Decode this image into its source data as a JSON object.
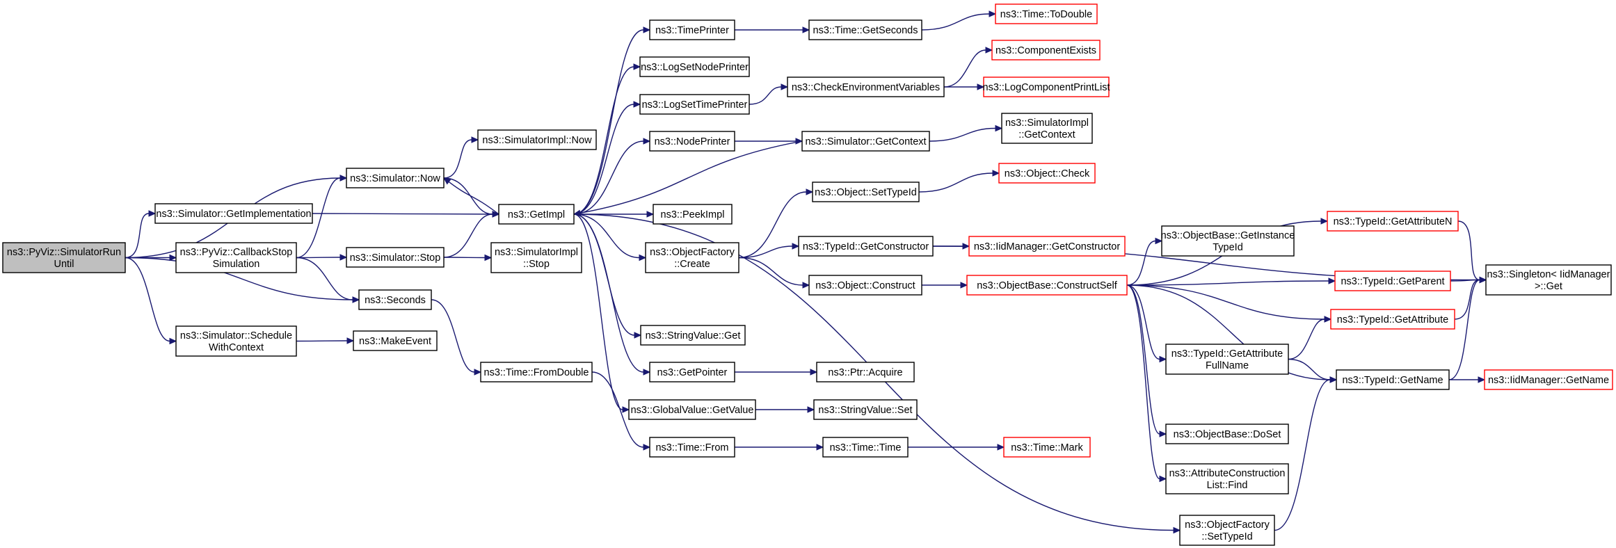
{
  "colors": {
    "edge": "#191970",
    "root_fill": "#bfbfbf",
    "node_border": "#000000",
    "undocumented_border": "#ff0000",
    "background": "#ffffff"
  },
  "nodes": {
    "root": {
      "lines": [
        "ns3::PyViz::SimulatorRun",
        "Until"
      ],
      "fill": "#bfbfbf",
      "border": "#000000"
    },
    "getimpl": {
      "lines": [
        "ns3::Simulator::GetImplementation"
      ],
      "fill": "#ffffff",
      "border": "#000000"
    },
    "simnow": {
      "lines": [
        "ns3::Simulator::Now"
      ],
      "fill": "#ffffff",
      "border": "#000000"
    },
    "cbstop": {
      "lines": [
        "ns3::PyViz::CallbackStop",
        "Simulation"
      ],
      "fill": "#ffffff",
      "border": "#000000"
    },
    "sched": {
      "lines": [
        "ns3::Simulator::Schedule",
        "WithContext"
      ],
      "fill": "#ffffff",
      "border": "#000000"
    },
    "simstop": {
      "lines": [
        "ns3::Simulator::Stop"
      ],
      "fill": "#ffffff",
      "border": "#000000"
    },
    "seconds": {
      "lines": [
        "ns3::Seconds"
      ],
      "fill": "#ffffff",
      "border": "#000000"
    },
    "makeevent": {
      "lines": [
        "ns3::MakeEvent"
      ],
      "fill": "#ffffff",
      "border": "#000000"
    },
    "implnow": {
      "lines": [
        "ns3::SimulatorImpl::Now"
      ],
      "fill": "#ffffff",
      "border": "#000000"
    },
    "getimpl2": {
      "lines": [
        "ns3::GetImpl"
      ],
      "fill": "#ffffff",
      "border": "#000000"
    },
    "implstop": {
      "lines": [
        "ns3::SimulatorImpl",
        "::Stop"
      ],
      "fill": "#ffffff",
      "border": "#000000"
    },
    "fromdbl": {
      "lines": [
        "ns3::Time::FromDouble"
      ],
      "fill": "#ffffff",
      "border": "#000000"
    },
    "tprinter": {
      "lines": [
        "ns3::TimePrinter"
      ],
      "fill": "#ffffff",
      "border": "#000000"
    },
    "lognode": {
      "lines": [
        "ns3::LogSetNodePrinter"
      ],
      "fill": "#ffffff",
      "border": "#000000"
    },
    "logtime": {
      "lines": [
        "ns3::LogSetTimePrinter"
      ],
      "fill": "#ffffff",
      "border": "#000000"
    },
    "nodeprn": {
      "lines": [
        "ns3::NodePrinter"
      ],
      "fill": "#ffffff",
      "border": "#000000"
    },
    "peek": {
      "lines": [
        "ns3::PeekImpl"
      ],
      "fill": "#ffffff",
      "border": "#000000"
    },
    "ofcreate": {
      "lines": [
        "ns3::ObjectFactory",
        "::Create"
      ],
      "fill": "#ffffff",
      "border": "#000000"
    },
    "strget": {
      "lines": [
        "ns3::StringValue::Get"
      ],
      "fill": "#ffffff",
      "border": "#000000"
    },
    "getptr": {
      "lines": [
        "ns3::GetPointer"
      ],
      "fill": "#ffffff",
      "border": "#000000"
    },
    "gvget": {
      "lines": [
        "ns3::GlobalValue::GetValue"
      ],
      "fill": "#ffffff",
      "border": "#000000"
    },
    "tfrom": {
      "lines": [
        "ns3::Time::From"
      ],
      "fill": "#ffffff",
      "border": "#000000"
    },
    "getsec": {
      "lines": [
        "ns3::Time::GetSeconds"
      ],
      "fill": "#ffffff",
      "border": "#000000"
    },
    "checkenv": {
      "lines": [
        "ns3::CheckEnvironmentVariables"
      ],
      "fill": "#ffffff",
      "border": "#000000"
    },
    "getctx": {
      "lines": [
        "ns3::Simulator::GetContext"
      ],
      "fill": "#ffffff",
      "border": "#000000"
    },
    "settid": {
      "lines": [
        "ns3::Object::SetTypeId"
      ],
      "fill": "#ffffff",
      "border": "#000000"
    },
    "getctor": {
      "lines": [
        "ns3::TypeId::GetConstructor"
      ],
      "fill": "#ffffff",
      "border": "#000000"
    },
    "construct": {
      "lines": [
        "ns3::Object::Construct"
      ],
      "fill": "#ffffff",
      "border": "#000000"
    },
    "acquire": {
      "lines": [
        "ns3::Ptr::Acquire"
      ],
      "fill": "#ffffff",
      "border": "#000000"
    },
    "strset": {
      "lines": [
        "ns3::StringValue::Set"
      ],
      "fill": "#ffffff",
      "border": "#000000"
    },
    "ttime": {
      "lines": [
        "ns3::Time::Time"
      ],
      "fill": "#ffffff",
      "border": "#000000"
    },
    "todouble": {
      "lines": [
        "ns3::Time::ToDouble"
      ],
      "fill": "#ffffff",
      "border": "#ff0000"
    },
    "compex": {
      "lines": [
        "ns3::ComponentExists"
      ],
      "fill": "#ffffff",
      "border": "#ff0000"
    },
    "logcomp": {
      "lines": [
        "ns3::LogComponentPrintList"
      ],
      "fill": "#ffffff",
      "border": "#ff0000"
    },
    "implctx": {
      "lines": [
        "ns3::SimulatorImpl",
        "::GetContext"
      ],
      "fill": "#ffffff",
      "border": "#000000"
    },
    "ocheck": {
      "lines": [
        "ns3::Object::Check"
      ],
      "fill": "#ffffff",
      "border": "#ff0000"
    },
    "iidctor": {
      "lines": [
        "ns3::IidManager::GetConstructor"
      ],
      "fill": "#ffffff",
      "border": "#ff0000"
    },
    "cself": {
      "lines": [
        "ns3::ObjectBase::ConstructSelf"
      ],
      "fill": "#ffffff",
      "border": "#ff0000"
    },
    "tmark": {
      "lines": [
        "ns3::Time::Mark"
      ],
      "fill": "#ffffff",
      "border": "#ff0000"
    },
    "getinst": {
      "lines": [
        "ns3::ObjectBase::GetInstance",
        "TypeId"
      ],
      "fill": "#ffffff",
      "border": "#000000"
    },
    "fullname": {
      "lines": [
        "ns3::TypeId::GetAttribute",
        "FullName"
      ],
      "fill": "#ffffff",
      "border": "#000000"
    },
    "doset": {
      "lines": [
        "ns3::ObjectBase::DoSet"
      ],
      "fill": "#ffffff",
      "border": "#000000"
    },
    "acfind": {
      "lines": [
        "ns3::AttributeConstruction",
        "List::Find"
      ],
      "fill": "#ffffff",
      "border": "#000000"
    },
    "ofsettid": {
      "lines": [
        "ns3::ObjectFactory",
        "::SetTypeId"
      ],
      "fill": "#ffffff",
      "border": "#000000"
    },
    "getattrn": {
      "lines": [
        "ns3::TypeId::GetAttributeN"
      ],
      "fill": "#ffffff",
      "border": "#ff0000"
    },
    "getparent": {
      "lines": [
        "ns3::TypeId::GetParent"
      ],
      "fill": "#ffffff",
      "border": "#ff0000"
    },
    "getattr": {
      "lines": [
        "ns3::TypeId::GetAttribute"
      ],
      "fill": "#ffffff",
      "border": "#ff0000"
    },
    "getname": {
      "lines": [
        "ns3::TypeId::GetName"
      ],
      "fill": "#ffffff",
      "border": "#000000"
    },
    "singleton": {
      "lines": [
        "ns3::Singleton< IidManager",
        ">::Get"
      ],
      "fill": "#ffffff",
      "border": "#000000"
    },
    "iidname": {
      "lines": [
        "ns3::IidManager::GetName"
      ],
      "fill": "#ffffff",
      "border": "#ff0000"
    }
  },
  "edges": [
    [
      "root",
      "getimpl"
    ],
    [
      "root",
      "simnow"
    ],
    [
      "root",
      "cbstop"
    ],
    [
      "root",
      "seconds"
    ],
    [
      "root",
      "sched"
    ],
    [
      "getimpl",
      "getimpl2"
    ],
    [
      "simnow",
      "implnow"
    ],
    [
      "simnow",
      "getimpl2"
    ],
    [
      "cbstop",
      "simnow"
    ],
    [
      "cbstop",
      "simstop"
    ],
    [
      "cbstop",
      "seconds"
    ],
    [
      "sched",
      "makeevent"
    ],
    [
      "simstop",
      "getimpl2"
    ],
    [
      "simstop",
      "implstop"
    ],
    [
      "seconds",
      "fromdbl"
    ],
    [
      "getimpl2",
      "simnow"
    ],
    [
      "getimpl2",
      "tprinter"
    ],
    [
      "getimpl2",
      "lognode"
    ],
    [
      "getimpl2",
      "logtime"
    ],
    [
      "getimpl2",
      "nodeprn"
    ],
    [
      "getimpl2",
      "peek"
    ],
    [
      "getimpl2",
      "ofcreate"
    ],
    [
      "getimpl2",
      "strget"
    ],
    [
      "getimpl2",
      "getptr"
    ],
    [
      "getimpl2",
      "gvget"
    ],
    [
      "getimpl2",
      "ofsettid"
    ],
    [
      "fromdbl",
      "tfrom"
    ],
    [
      "tprinter",
      "getsec"
    ],
    [
      "getsec",
      "todouble"
    ],
    [
      "logtime",
      "checkenv"
    ],
    [
      "checkenv",
      "compex"
    ],
    [
      "checkenv",
      "logcomp"
    ],
    [
      "nodeprn",
      "getctx"
    ],
    [
      "getctx",
      "implctx"
    ],
    [
      "getctx",
      "getimpl2"
    ],
    [
      "ofcreate",
      "settid"
    ],
    [
      "ofcreate",
      "getctor"
    ],
    [
      "ofcreate",
      "construct"
    ],
    [
      "settid",
      "ocheck"
    ],
    [
      "getctor",
      "iidctor"
    ],
    [
      "getctor",
      "singleton"
    ],
    [
      "construct",
      "cself"
    ],
    [
      "getptr",
      "acquire"
    ],
    [
      "gvget",
      "strset"
    ],
    [
      "tfrom",
      "ttime"
    ],
    [
      "ttime",
      "tmark"
    ],
    [
      "cself",
      "getinst"
    ],
    [
      "cself",
      "getattrn"
    ],
    [
      "cself",
      "getparent"
    ],
    [
      "cself",
      "getattr"
    ],
    [
      "cself",
      "fullname"
    ],
    [
      "cself",
      "getname"
    ],
    [
      "cself",
      "doset"
    ],
    [
      "cself",
      "acfind"
    ],
    [
      "fullname",
      "getattr"
    ],
    [
      "fullname",
      "getname"
    ],
    [
      "ofsettid",
      "getname"
    ],
    [
      "getattrn",
      "singleton"
    ],
    [
      "getparent",
      "singleton"
    ],
    [
      "getattr",
      "singleton"
    ],
    [
      "getname",
      "singleton"
    ],
    [
      "getname",
      "iidname"
    ]
  ]
}
